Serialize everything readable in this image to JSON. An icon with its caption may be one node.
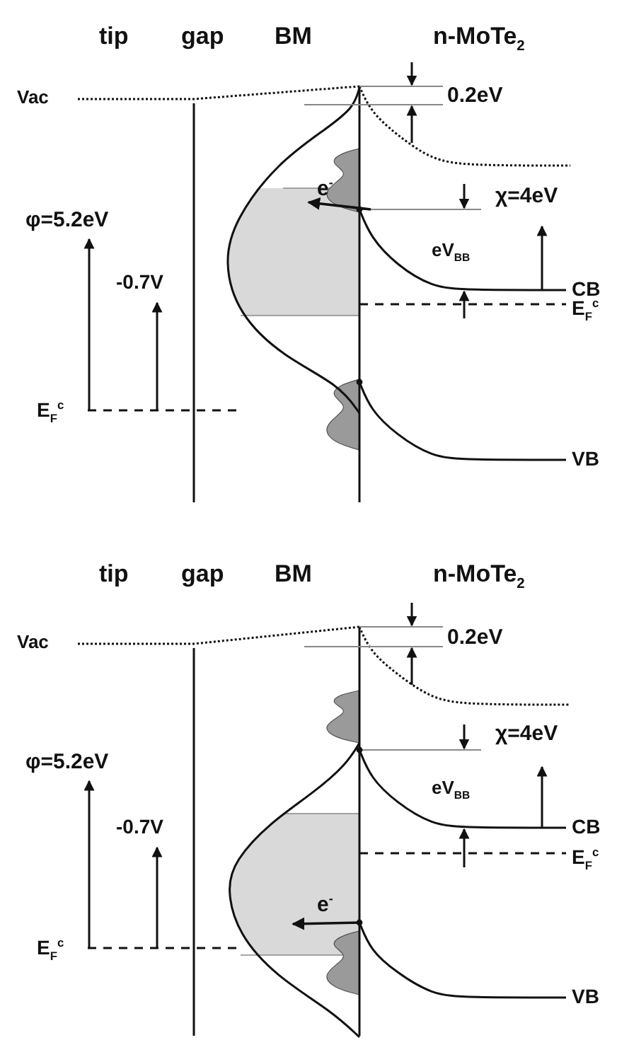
{
  "diagram": {
    "labels": [
      "tip",
      "gap",
      "BM",
      "n-MoTe$_{2}$",
      "Vac",
      "0.2eV",
      "χ=4eV",
      "e$^{-}$",
      "φ=5.2eV",
      "eV$_{BB}$",
      "-0.7V",
      "CB",
      "E$_{F}$$^{c}$",
      "E$_{F}$$^{c}$",
      "VB",
      "tip",
      "gap",
      "BM",
      "n-MoTe$_{2}$",
      "Vac",
      "0.2eV",
      "χ=4eV",
      "e$^{-}$",
      "φ=5.2eV",
      "eV$_{BB}$",
      "-0.7V",
      "CB",
      "E$_{F}$$^{c}$",
      "E$_{F}$$^{c}$",
      "VB"
    ]
  }
}
